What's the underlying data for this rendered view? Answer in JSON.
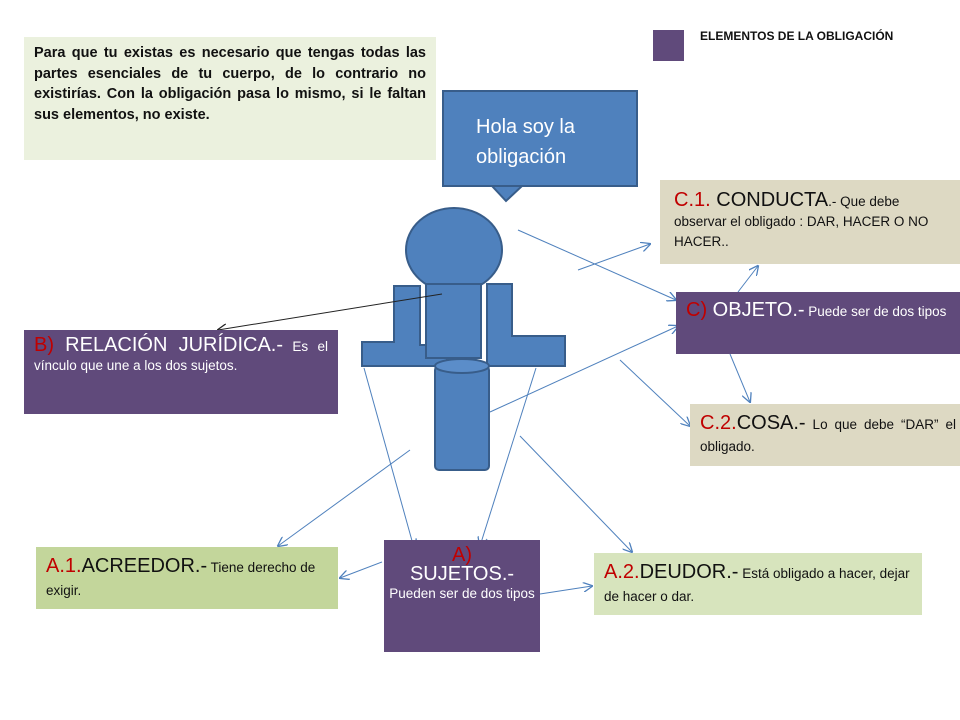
{
  "intro": {
    "text": "Para que tu existas es necesario que tengas todas las partes  esenciales de tu cuerpo, de lo contrario no existirías. Con la obligación pasa lo mismo, si le faltan sus elementos, no existe."
  },
  "legend": {
    "label": "ELEMENTOS DE LA OBLIGACIÓN",
    "color": "#604a7b"
  },
  "bubble": {
    "text": "Hola  soy la obligación"
  },
  "nodes": {
    "c1": {
      "code": "C.1.",
      "title": " CONDUCTA",
      "desc": ".- Que debe observar el obligado : DAR, HACER O NO HACER.."
    },
    "c": {
      "code": "C)",
      "title": " OBJETO.-",
      "desc": " Puede ser de dos tipos"
    },
    "c2": {
      "code": "C.2.",
      "title": "COSA.-",
      "desc": " Lo que debe “DAR” el obligado."
    },
    "b": {
      "code": "B)",
      "title": " RELACIÓN JURÍDICA.-",
      "desc": " Es el vínculo que une a los dos sujetos."
    },
    "a1": {
      "code": "A.1.",
      "title": "ACREEDOR.-",
      "desc": " Tiene derecho de exigir."
    },
    "a": {
      "code": "A)",
      "title": "SUJETOS.-",
      "desc": "Pueden ser de dos tipos"
    },
    "a2": {
      "code": "A.2.",
      "title": "DEUDOR.-",
      "desc": " Está obligado a hacer, dejar de hacer  o dar."
    }
  },
  "colors": {
    "purple": "#604a7b",
    "figure_blue": "#4f81bd",
    "code_red": "#c00000",
    "arrow": "#4f81bd"
  }
}
